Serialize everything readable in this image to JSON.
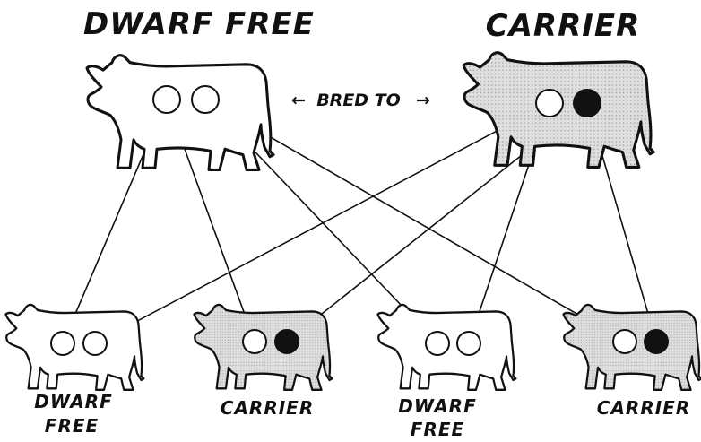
{
  "parents": [
    {
      "label": "DWARF FREE",
      "genes": [
        "normal",
        "normal"
      ],
      "body_fill": "#ffffff"
    },
    {
      "label": "CARRIER",
      "genes": [
        "normal",
        "dwarf"
      ],
      "body_fill": "#dedede"
    }
  ],
  "mating": {
    "left_arrow": "←",
    "text": "BRED TO",
    "right_arrow": "→"
  },
  "offspring": [
    {
      "label_line1": "DWARF",
      "label_line2": "FREE",
      "genes": [
        "normal",
        "normal"
      ],
      "body_fill": "#ffffff"
    },
    {
      "label_line1": "CARRIER",
      "label_line2": "",
      "genes": [
        "normal",
        "dwarf"
      ],
      "body_fill": "#dedede"
    },
    {
      "label_line1": "DWARF",
      "label_line2": "FREE",
      "genes": [
        "normal",
        "normal"
      ],
      "body_fill": "#ffffff"
    },
    {
      "label_line1": "CARRIER",
      "label_line2": "",
      "genes": [
        "normal",
        "dwarf"
      ],
      "body_fill": "#dedede"
    }
  ],
  "colors": {
    "ink": "#111111",
    "normal_gene": "#ffffff",
    "dwarf_gene": "#111111",
    "carrier_shade": "#dedede"
  }
}
